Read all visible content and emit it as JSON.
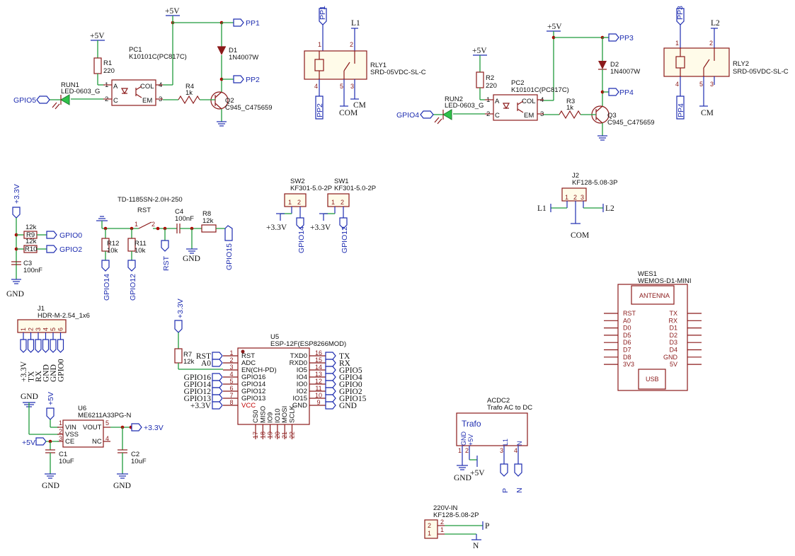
{
  "relay_stage_1": {
    "supply": "+5V",
    "r1": {
      "ref": "R1",
      "value": "220"
    },
    "supply_r1": "+5V",
    "led": {
      "ref": "RUN1",
      "value": "LED-0603_G"
    },
    "gpio": "GPIO5",
    "pc": {
      "ref": "PC1",
      "value": "K10101C(PC817C)"
    },
    "pc_pins": {
      "a": "A",
      "c": "C",
      "col": "COL",
      "em": "EM",
      "p1": "1",
      "p2": "2",
      "p3": "3",
      "p4": "4"
    },
    "r4": {
      "ref": "R4",
      "value": "1k"
    },
    "q": {
      "ref": "Q2",
      "value": "C945_C475659"
    },
    "d": {
      "ref": "D1",
      "value": "1N4007W"
    },
    "pp_top": "PP1",
    "pp_mid": "PP2"
  },
  "relay_1": {
    "ref": "RLY1",
    "value": "SRD-05VDC-SL-C",
    "pin1": "PP1",
    "pin2": "L1",
    "pin4": "PP2",
    "com": "COM",
    "cm": "CM",
    "pins": [
      "1",
      "2",
      "4",
      "5",
      "3"
    ]
  },
  "relay_stage_2": {
    "supply": "+5V",
    "r2": {
      "ref": "R2",
      "value": "220"
    },
    "supply_r2": "+5V",
    "led": {
      "ref": "RUN2",
      "value": "LED-0603_G"
    },
    "gpio": "GPIO4",
    "pc": {
      "ref": "PC2",
      "value": "K10101C(PC817C)"
    },
    "pc_pins": {
      "a": "A",
      "c": "C",
      "col": "COL",
      "em": "EM",
      "p1": "1",
      "p2": "2",
      "p3": "3",
      "p4": "4"
    },
    "r3": {
      "ref": "R3",
      "value": "1k"
    },
    "q": {
      "ref": "Q3",
      "value": "C945_C475659"
    },
    "d": {
      "ref": "D2",
      "value": "1N4007W"
    },
    "pp_top": "PP3",
    "pp_mid": "PP4"
  },
  "relay_2": {
    "ref": "RLY2",
    "value": "SRD-05VDC-SL-C",
    "pin1": "PP3",
    "pin2": "L2",
    "pin4": "PP4",
    "cm": "CM",
    "pins": [
      "1",
      "2",
      "4",
      "5",
      "3"
    ]
  },
  "pullups": {
    "supply": "+3.3V",
    "r9": {
      "ref": "R9",
      "value": "12k",
      "net": "GPIO0"
    },
    "r10": {
      "ref": "R10",
      "value": "12k",
      "net": "GPIO2"
    },
    "c3": {
      "ref": "C3",
      "value": "100nF"
    },
    "gnd": "GND"
  },
  "reset": {
    "title": "TD-1185SN-2.0H-250",
    "sw": "RST",
    "sw_pins": [
      "1",
      "2"
    ],
    "c4": {
      "ref": "C4",
      "value": "100nF"
    },
    "r8": {
      "ref": "R8",
      "value": "12k"
    },
    "r12": {
      "ref": "R12",
      "value": "10k",
      "net": "GPIO14"
    },
    "r11": {
      "ref": "R11",
      "value": "10k",
      "net": "GPIO12"
    },
    "rst_net": "RST",
    "gnd": "GND",
    "gpio15": "GPIO15"
  },
  "switches": {
    "sw2": {
      "ref": "SW2",
      "value": "KF301-5.0-2P",
      "supply": "+3.3V",
      "net": "GPIO14"
    },
    "sw1": {
      "ref": "SW1",
      "value": "KF301-5.0-2P",
      "supply": "+3.3V",
      "net": "GPIO12"
    },
    "pins": [
      "1",
      "2"
    ]
  },
  "j2": {
    "ref": "J2",
    "value": "KF128-5.08-3P",
    "left": "L1",
    "right": "L2",
    "bottom": "COM",
    "pins": [
      "1",
      "2",
      "3"
    ]
  },
  "wemos": {
    "ref": "WES1",
    "value": "WEMOS-D1-MINI",
    "antenna": "ANTENNA",
    "usb": "USB",
    "left_pins": [
      "RST",
      "A0",
      "D0",
      "D5",
      "D6",
      "D7",
      "D8",
      "3V3"
    ],
    "right_pins": [
      "TX",
      "RX",
      "D1",
      "D2",
      "D3",
      "D4",
      "GND",
      "5V"
    ]
  },
  "j1": {
    "ref": "J1",
    "value": "HDR-M-2.54_1x6",
    "pins": [
      "1",
      "2",
      "3",
      "4",
      "5",
      "6"
    ],
    "nets": [
      "+3.3V",
      "TX",
      "RX",
      "GND",
      "GND",
      "GPIO0"
    ]
  },
  "esp": {
    "ref": "U5",
    "value": "ESP-12F(ESP8266MOD)",
    "r7": {
      "ref": "R7",
      "value": "12k"
    },
    "supply": "+3.3V",
    "left_nets": [
      "RST",
      "A0",
      "",
      "GPIO16",
      "GPIO14",
      "GPIO12",
      "GPIO13",
      "+3.3V"
    ],
    "left_names": [
      "RST",
      "ADC",
      "EN(CH-PD)",
      "GPIO16",
      "GPIO14",
      "GPIO12",
      "GPIO13",
      "VCC"
    ],
    "left_nums": [
      "1",
      "2",
      "3",
      "4",
      "5",
      "6",
      "7",
      "8"
    ],
    "right_names": [
      "TXD0",
      "RXD0",
      "IO5",
      "IO4",
      "IO0",
      "IO2",
      "IO15",
      "GND"
    ],
    "right_nums": [
      "16",
      "15",
      "14",
      "13",
      "12",
      "11",
      "10",
      "9"
    ],
    "right_nets": [
      "TX",
      "RX",
      "GPIO5",
      "GPIO4",
      "GPIO0",
      "GPIO2",
      "GPIO15",
      "GND"
    ],
    "bottom_names": [
      "CS0",
      "MISO",
      "IO9",
      "IO10",
      "MOSI",
      "SCLK"
    ],
    "bottom_nums": [
      "17",
      "18",
      "19",
      "20",
      "21",
      "22"
    ]
  },
  "regulator": {
    "gnd_top": "GND",
    "vin_label": "+5V",
    "ref": "U6",
    "value": "ME6211A33PG-N",
    "pins": {
      "vin": "VIN",
      "vss": "VSS",
      "ce": "CE",
      "vout": "VOUT",
      "nc": "NC"
    },
    "pin_nums": {
      "vin": "1",
      "vss": "2",
      "ce": "3",
      "vout": "5",
      "nc": "4"
    },
    "ce_label": "+5V",
    "out_label": "+3.3V",
    "c1": {
      "ref": "C1",
      "value": "10uF"
    },
    "c2": {
      "ref": "C2",
      "value": "10uF"
    },
    "gnd1": "GND",
    "gnd2": "GND"
  },
  "acdc": {
    "ref": "ACDC2",
    "value": "Trafo AC to DC",
    "name": "Trafo",
    "pins": [
      "GND",
      "+5V",
      "L1",
      "N"
    ],
    "pin_nums": [
      "1",
      "2",
      "3",
      "4"
    ],
    "gnd": "GND",
    "vout": "+5V",
    "p": "P",
    "n": "N"
  },
  "input": {
    "ref": "220V-IN",
    "value": "KF128-5.08-2P",
    "p": "P",
    "n": "N",
    "pins": [
      "2",
      "1"
    ]
  }
}
